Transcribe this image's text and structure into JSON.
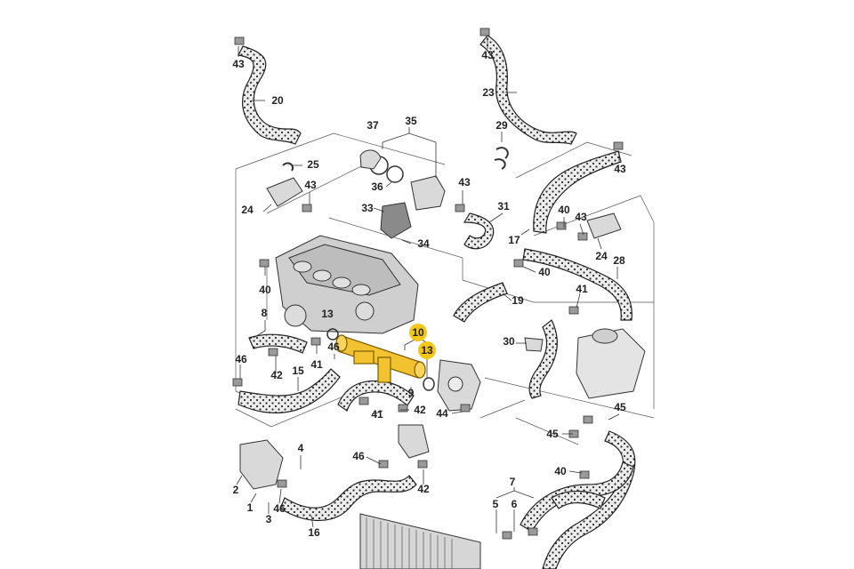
{
  "diagram": {
    "callouts": [
      {
        "id": "c43a",
        "text": "43",
        "highlight": false
      },
      {
        "id": "c20",
        "text": "20",
        "highlight": false
      },
      {
        "id": "c43b",
        "text": "43",
        "highlight": false
      },
      {
        "id": "c23",
        "text": "23",
        "highlight": false
      },
      {
        "id": "c37",
        "text": "37",
        "highlight": false
      },
      {
        "id": "c35",
        "text": "35",
        "highlight": false
      },
      {
        "id": "c29",
        "text": "29",
        "highlight": false
      },
      {
        "id": "c43c",
        "text": "43",
        "highlight": false
      },
      {
        "id": "c25",
        "text": "25",
        "highlight": false
      },
      {
        "id": "c43d",
        "text": "43",
        "highlight": false
      },
      {
        "id": "c36",
        "text": "36",
        "highlight": false
      },
      {
        "id": "c43e",
        "text": "43",
        "highlight": false
      },
      {
        "id": "c31",
        "text": "31",
        "highlight": false
      },
      {
        "id": "c24a",
        "text": "24",
        "highlight": false
      },
      {
        "id": "c33",
        "text": "33",
        "highlight": false
      },
      {
        "id": "c40a",
        "text": "40",
        "highlight": false
      },
      {
        "id": "c43f",
        "text": "43",
        "highlight": false
      },
      {
        "id": "c17",
        "text": "17",
        "highlight": false
      },
      {
        "id": "c34",
        "text": "34",
        "highlight": false
      },
      {
        "id": "c24b",
        "text": "24",
        "highlight": false
      },
      {
        "id": "c28",
        "text": "28",
        "highlight": false
      },
      {
        "id": "c40b",
        "text": "40",
        "highlight": false
      },
      {
        "id": "c40c",
        "text": "40",
        "highlight": false
      },
      {
        "id": "c41a",
        "text": "41",
        "highlight": false
      },
      {
        "id": "c19",
        "text": "19",
        "highlight": false
      },
      {
        "id": "c8",
        "text": "8",
        "highlight": false
      },
      {
        "id": "c13a",
        "text": "13",
        "highlight": false
      },
      {
        "id": "c10",
        "text": "10",
        "highlight": true
      },
      {
        "id": "c30",
        "text": "30",
        "highlight": false
      },
      {
        "id": "c41b",
        "text": "41",
        "highlight": false
      },
      {
        "id": "c46a",
        "text": "46",
        "highlight": false
      },
      {
        "id": "c13b",
        "text": "13",
        "highlight": true
      },
      {
        "id": "c46b",
        "text": "46",
        "highlight": false
      },
      {
        "id": "c15",
        "text": "15",
        "highlight": false
      },
      {
        "id": "c42a",
        "text": "42",
        "highlight": false
      },
      {
        "id": "c9",
        "text": "9",
        "highlight": false
      },
      {
        "id": "c41c",
        "text": "41",
        "highlight": false
      },
      {
        "id": "c42b",
        "text": "42",
        "highlight": false
      },
      {
        "id": "c44",
        "text": "44",
        "highlight": false
      },
      {
        "id": "c45a",
        "text": "45",
        "highlight": false
      },
      {
        "id": "c45b",
        "text": "45",
        "highlight": false
      },
      {
        "id": "c4",
        "text": "4",
        "highlight": false
      },
      {
        "id": "c46c",
        "text": "46",
        "highlight": false
      },
      {
        "id": "c40d",
        "text": "40",
        "highlight": false
      },
      {
        "id": "c2",
        "text": "2",
        "highlight": false
      },
      {
        "id": "c42c",
        "text": "42",
        "highlight": false
      },
      {
        "id": "c7",
        "text": "7",
        "highlight": false
      },
      {
        "id": "c1",
        "text": "1",
        "highlight": false
      },
      {
        "id": "c46d",
        "text": "46",
        "highlight": false
      },
      {
        "id": "c5",
        "text": "5",
        "highlight": false
      },
      {
        "id": "c6",
        "text": "6",
        "highlight": false
      },
      {
        "id": "c3",
        "text": "3",
        "highlight": false
      },
      {
        "id": "c16",
        "text": "16",
        "highlight": false
      }
    ],
    "colors": {
      "line": "#333333",
      "hose_fill": "#e8e8e8",
      "hose_dots": "#2b2b2b",
      "part_fill": "#d9d9d9",
      "highlight_part": "#f2c230",
      "highlight_badge": "#f5c518",
      "engine_fill": "#cfcfcf"
    }
  }
}
